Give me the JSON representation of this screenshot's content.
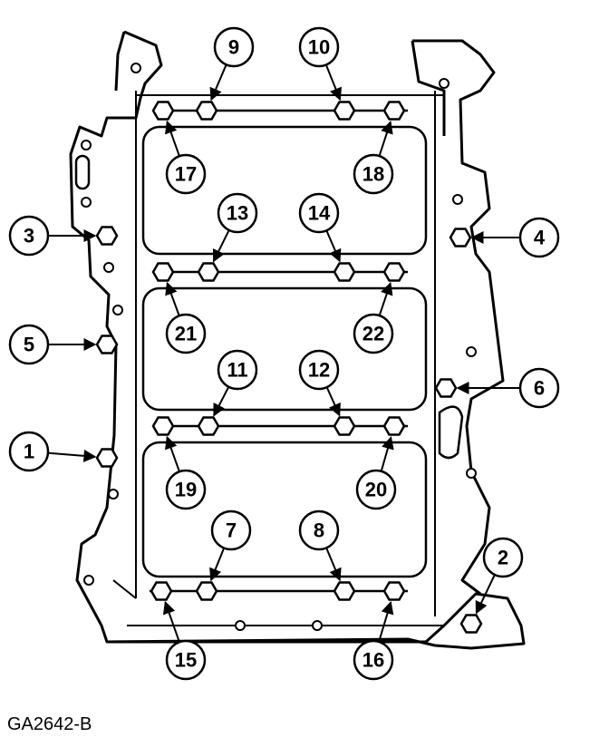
{
  "figure_id": "GA2642-B",
  "callouts": [
    "1",
    "2",
    "3",
    "4",
    "5",
    "6",
    "7",
    "8",
    "9",
    "10",
    "11",
    "12",
    "13",
    "14",
    "15",
    "16",
    "17",
    "18",
    "19",
    "20",
    "21",
    "22"
  ]
}
